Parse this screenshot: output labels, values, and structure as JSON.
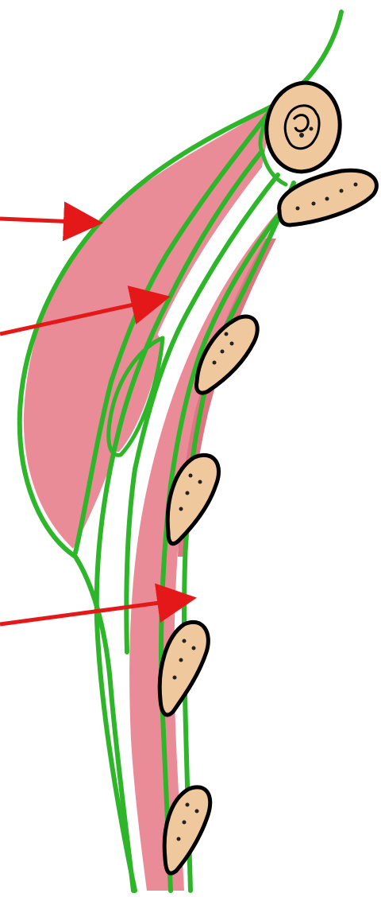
{
  "diagram": {
    "palette": {
      "membrane": "#2fb52a",
      "pink": "#e98c98",
      "pink_dark": "#df7583",
      "cell_fill": "#efc89e",
      "cell_outline": "#000000",
      "arrow": "#e41818",
      "background": "#ffffff"
    },
    "arrows": [
      {
        "name": "arrow-upper",
        "icon": "arrow-right-icon"
      },
      {
        "name": "arrow-middle",
        "icon": "arrow-right-icon"
      },
      {
        "name": "arrow-lower",
        "icon": "arrow-right-icon"
      }
    ],
    "cells": [
      {
        "name": "cell-nucleus-large"
      },
      {
        "name": "cell-top-right"
      },
      {
        "name": "cell-2"
      },
      {
        "name": "cell-3"
      },
      {
        "name": "cell-4"
      },
      {
        "name": "cell-5"
      }
    ]
  }
}
